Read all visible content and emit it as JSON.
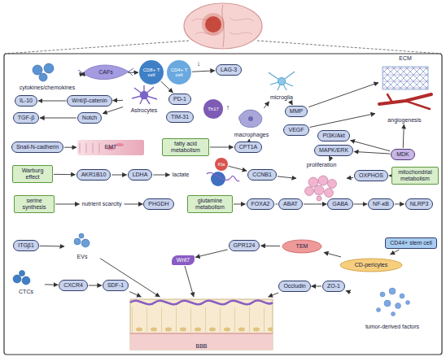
{
  "diagram": {
    "nodes": [
      {
        "text": [
          "cytokines/chemokines"
        ]
      },
      {
        "text": [
          "CAFs"
        ]
      },
      {
        "text": [
          "CD8+ T cell"
        ]
      },
      {
        "text": [
          "CD4+ T cell"
        ]
      },
      {
        "text": [
          "LAG-3"
        ]
      },
      {
        "text": [
          "microglia"
        ]
      },
      {
        "text": [
          "ECM"
        ]
      },
      {
        "text": [
          "IL-10"
        ]
      },
      {
        "text": [
          "Wnt/β-catenin"
        ]
      },
      {
        "text": [
          "Astrocytes"
        ]
      },
      {
        "text": [
          "PD-1"
        ]
      },
      {
        "text": [
          "Th17"
        ]
      },
      {
        "text": [
          "macrophages"
        ]
      },
      {
        "text": [
          "MMP"
        ]
      },
      {
        "text": [
          "angiogenesis"
        ]
      },
      {
        "text": [
          "TGF-β"
        ]
      },
      {
        "text": [
          "Notch"
        ]
      },
      {
        "text": [
          "TIM-31"
        ]
      },
      {
        "text": [
          "VEGF"
        ]
      },
      {
        "text": [
          "Snail-N-cadherin"
        ]
      },
      {
        "text": [
          "EMT"
        ]
      },
      {
        "text": [
          "fatty acid metabolism"
        ]
      },
      {
        "text": [
          "CPT1A"
        ]
      },
      {
        "text": [
          "PI3K/Akt"
        ]
      },
      {
        "text": [
          "MAPK/ERK"
        ]
      },
      {
        "text": [
          "MDK"
        ]
      },
      {
        "text": [
          "Warburg effect"
        ]
      },
      {
        "text": [
          "AKR1B10"
        ]
      },
      {
        "text": [
          "LDHA"
        ]
      },
      {
        "text": [
          "lactate"
        ]
      },
      {
        "text": [
          "Kla"
        ]
      },
      {
        "text": [
          "CCNB1"
        ]
      },
      {
        "text": [
          "proliferation"
        ]
      },
      {
        "text": [
          "OXPHOS"
        ]
      },
      {
        "text": [
          "mitochondrial metabolism"
        ]
      },
      {
        "text": [
          "serine synthesis"
        ]
      },
      {
        "text": [
          "nutrient scarcity"
        ]
      },
      {
        "text": [
          "PHGDH"
        ]
      },
      {
        "text": [
          "glutamine metabolism"
        ]
      },
      {
        "text": [
          "FOXA2"
        ]
      },
      {
        "text": [
          "ABAT"
        ]
      },
      {
        "text": [
          "GABA"
        ]
      },
      {
        "text": [
          "NF-κB"
        ]
      },
      {
        "text": [
          "NLRP3"
        ]
      },
      {
        "text": [
          "ITGβ1"
        ]
      },
      {
        "text": [
          "EVs"
        ]
      },
      {
        "text": [
          "Wnt7"
        ]
      },
      {
        "text": [
          "GPR124"
        ]
      },
      {
        "text": [
          "TEM"
        ]
      },
      {
        "text": [
          "CD-pericytes"
        ]
      },
      {
        "text": [
          "CD44+ stem cell"
        ]
      },
      {
        "text": [
          "CTCs"
        ]
      },
      {
        "text": [
          "CXCR4"
        ]
      },
      {
        "text": [
          "SDF-1"
        ]
      },
      {
        "text": [
          "BBB"
        ]
      },
      {
        "text": [
          "Occludin"
        ]
      },
      {
        "text": [
          "ZO-1"
        ]
      },
      {
        "text": [
          "tumor-derived factors"
        ]
      }
    ],
    "edges": [
      {
        "from": 1,
        "to": 0,
        "arrow": "both"
      },
      {
        "from": 1,
        "to": 2,
        "arrow": "to"
      },
      {
        "from": 2,
        "to": 10,
        "arrow": "to"
      },
      {
        "from": 3,
        "to": 4,
        "arrow": "to"
      },
      {
        "from": 9,
        "to": 8,
        "arrow": "to"
      },
      {
        "from": 8,
        "to": 7,
        "arrow": "to"
      },
      {
        "from": 9,
        "to": 16,
        "arrow": "to"
      },
      {
        "from": 16,
        "to": 15,
        "arrow": "to"
      },
      {
        "from": 12,
        "to": 5,
        "arrow": "to"
      },
      {
        "from": 5,
        "to": 13,
        "arrow": "to"
      },
      {
        "from": 13,
        "to": 6,
        "arrow": "to"
      },
      {
        "from": 18,
        "to": 14,
        "arrow": "to"
      },
      {
        "from": 19,
        "to": 20,
        "arrow": "to"
      },
      {
        "from": 21,
        "to": 22,
        "arrow": "to"
      },
      {
        "from": 22,
        "to": 12,
        "arrow": "to"
      },
      {
        "from": 25,
        "to": 23,
        "arrow": "to"
      },
      {
        "from": 25,
        "to": 24,
        "arrow": "to"
      },
      {
        "from": 24,
        "to": 32,
        "arrow": "to"
      },
      {
        "from": 25,
        "to": 14,
        "arrow": "to"
      },
      {
        "from": 26,
        "to": 27,
        "arrow": "to"
      },
      {
        "from": 27,
        "to": 28,
        "arrow": "to"
      },
      {
        "from": 28,
        "to": 29,
        "arrow": "to"
      },
      {
        "from": 30,
        "to": 31,
        "arrow": "to"
      },
      {
        "from": 31,
        "to": 32,
        "arrow": "to"
      },
      {
        "from": 34,
        "to": 33,
        "arrow": "to"
      },
      {
        "from": 33,
        "to": 32,
        "arrow": "to"
      },
      {
        "from": 35,
        "to": 36,
        "arrow": "to"
      },
      {
        "from": 36,
        "to": 37,
        "arrow": "to"
      },
      {
        "from": 38,
        "to": 39,
        "arrow": "to"
      },
      {
        "from": 39,
        "to": 40,
        "arrow": "none"
      },
      {
        "from": 40,
        "to": 41,
        "arrow": "to"
      },
      {
        "from": 41,
        "to": 42,
        "arrow": "to"
      },
      {
        "from": 42,
        "to": 43,
        "arrow": "to"
      },
      {
        "from": 44,
        "to": 45,
        "arrow": "to"
      },
      {
        "from": 45,
        "to": 54,
        "arrow": "to"
      },
      {
        "from": 47,
        "to": 46,
        "arrow": "to"
      },
      {
        "from": 46,
        "to": 54,
        "arrow": "to"
      },
      {
        "from": 48,
        "to": 47,
        "arrow": "to"
      },
      {
        "from": 49,
        "to": 48,
        "arrow": "to"
      },
      {
        "from": 50,
        "to": 49,
        "arrow": "to"
      },
      {
        "from": 51,
        "to": 52,
        "arrow": "to"
      },
      {
        "from": 52,
        "to": 53,
        "arrow": "to"
      },
      {
        "from": 53,
        "to": 54,
        "arrow": "to"
      },
      {
        "from": 57,
        "to": 56,
        "arrow": "to"
      },
      {
        "from": 56,
        "to": 55,
        "arrow": "to"
      },
      {
        "from": 55,
        "to": 54,
        "arrow": "to"
      }
    ],
    "labels": [
      "↓",
      "↑"
    ]
  }
}
